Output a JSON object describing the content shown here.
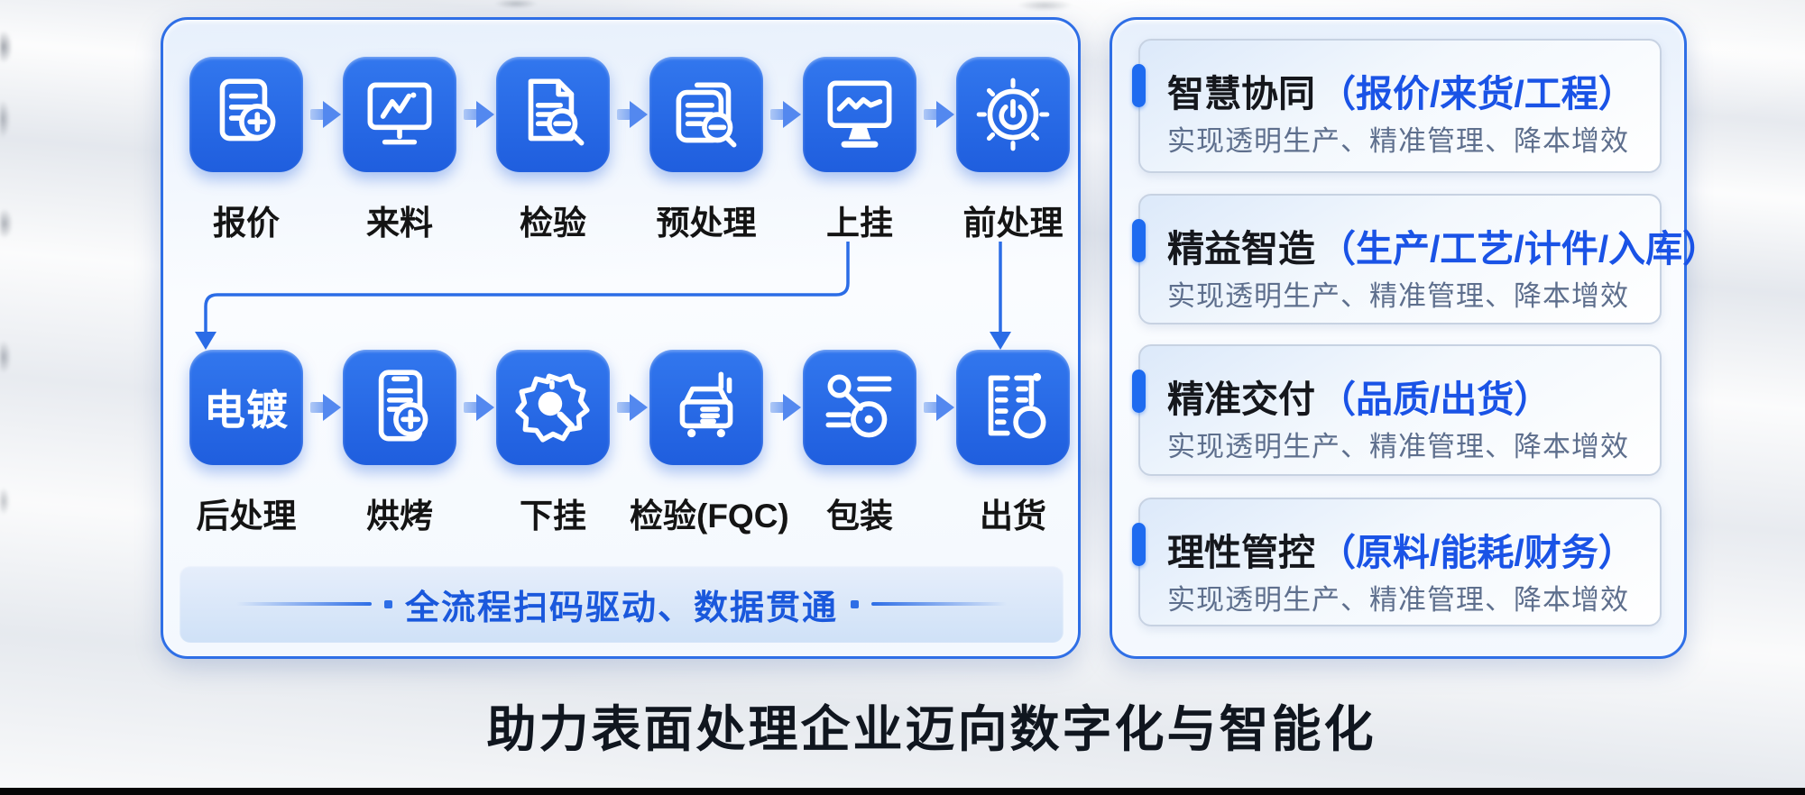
{
  "flow_panel": {
    "banner": "全流程扫码驱动、数据贯通",
    "row1": [
      {
        "label": "报价",
        "icon": "document-plus"
      },
      {
        "label": "来料",
        "icon": "monitor-chart"
      },
      {
        "label": "检验",
        "icon": "document-search"
      },
      {
        "label": "预处理",
        "icon": "documents-search"
      },
      {
        "label": "上挂",
        "icon": "monitor-pulse"
      },
      {
        "label": "前处理",
        "icon": "power-sun"
      }
    ],
    "row2": [
      {
        "label": "后处理",
        "box_text": "电镀"
      },
      {
        "label": "烘烤",
        "icon": "phone-document-plus"
      },
      {
        "label": "下挂",
        "icon": "seal-search"
      },
      {
        "label": "检验(FQC)",
        "icon": "baking-machine"
      },
      {
        "label": "包装",
        "icon": "route-checklist"
      },
      {
        "label": "出货",
        "icon": "shipping-list"
      }
    ]
  },
  "benefits_panel": {
    "cards": [
      {
        "title": "智慧协同",
        "scope": "（报价/来货/工程）",
        "desc": "实现透明生产、精准管理、降本增效"
      },
      {
        "title": "精益智造",
        "scope": "（生产/工艺/计件/入库）",
        "desc": "实现透明生产、精准管理、降本增效"
      },
      {
        "title": "精准交付",
        "scope": "（品质/出货）",
        "desc": "实现透明生产、精准管理、降本增效"
      },
      {
        "title": "理性管控",
        "scope": "（原料/能耗/财务）",
        "desc": "实现透明生产、精准管理、降本增效"
      }
    ]
  },
  "footer": {
    "headline": "助力表面处理企业迈向数字化与智能化"
  },
  "colors": {
    "accent_blue": "#1f5ede",
    "box_blue_top": "#3277ee",
    "panel_border_blue": "#2f6fe6",
    "title_blue": "#1a53e6",
    "banner_text_blue": "#1a58dc",
    "desc_gray": "#5e6f8d",
    "label_black": "#141414"
  }
}
